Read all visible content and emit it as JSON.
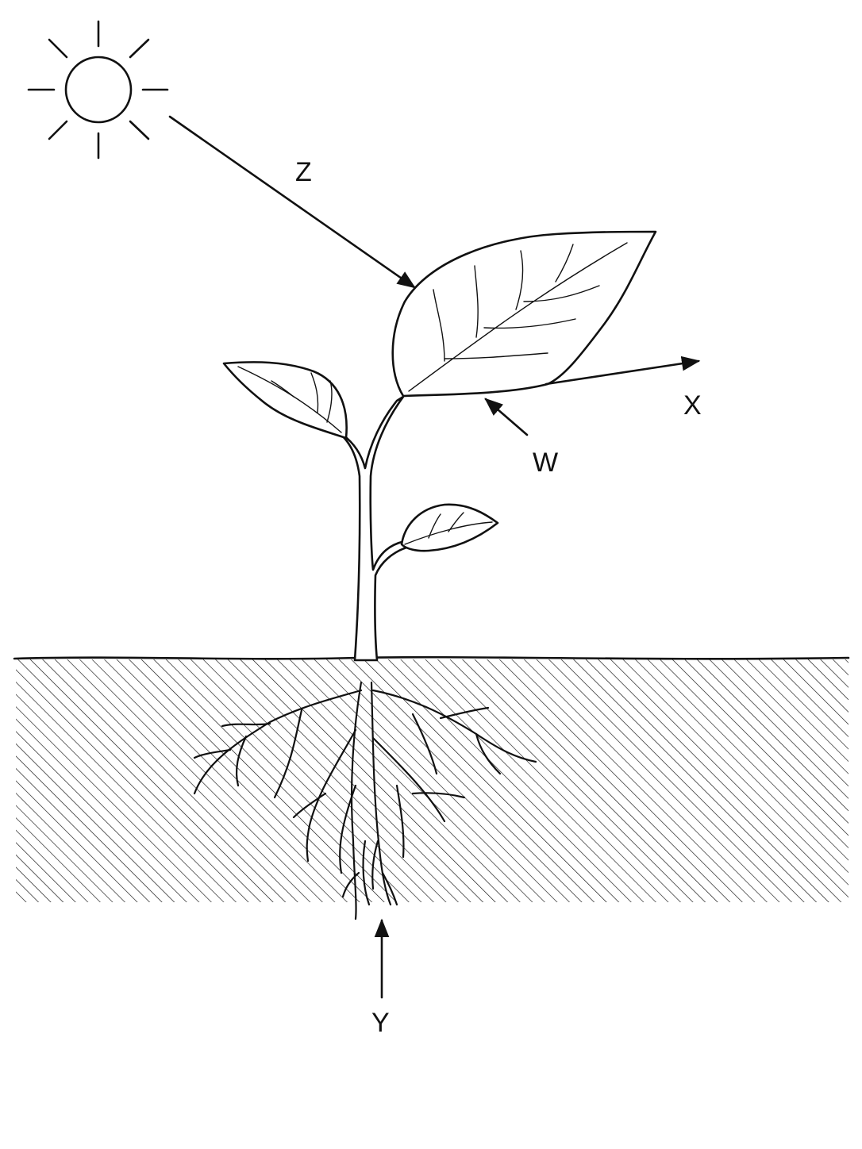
{
  "diagram": {
    "labels": {
      "z": "Z",
      "x": "X",
      "w": "W",
      "y": "Y"
    },
    "icons": [
      "sun-icon",
      "plant-illustration",
      "soil-hatching",
      "arrow-z",
      "arrow-x",
      "arrow-w",
      "arrow-y"
    ],
    "colors": {
      "ink": "#111111",
      "background": "#ffffff"
    }
  }
}
